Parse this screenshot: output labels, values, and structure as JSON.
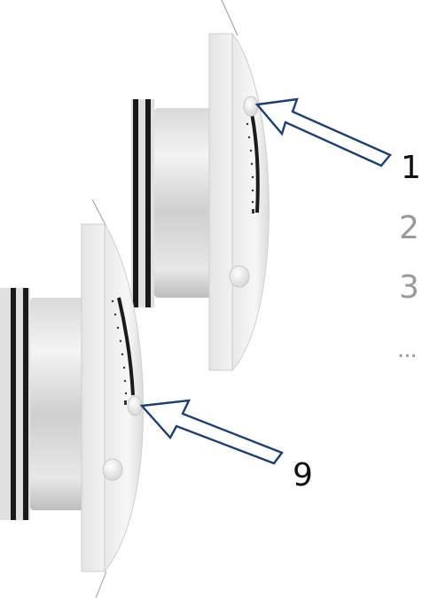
{
  "colors": {
    "arrow_outline": "#1f3f70",
    "label_active": "#111111",
    "label_inactive": "#9a9a9a",
    "scale_bar": "#1b1b1b",
    "housing_white": "#f4f4f4",
    "gasket_black": "#1a1a1a"
  },
  "labels": {
    "setting_top": "1",
    "option_2": "2",
    "option_3": "3",
    "more": "...",
    "setting_bottom": "9"
  },
  "icons": {
    "pointer_top": "arrow-pointing-to-knob-icon",
    "pointer_bottom": "arrow-pointing-to-knob-icon"
  }
}
